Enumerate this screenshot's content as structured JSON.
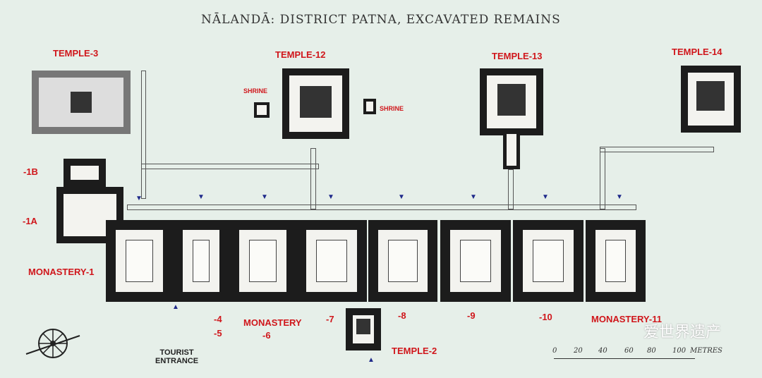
{
  "title": "NĀLANDĀ: DISTRICT PATNA, EXCAVATED REMAINS",
  "labels": {
    "temple3": "TEMPLE-3",
    "temple12": "TEMPLE-12",
    "temple13": "TEMPLE-13",
    "temple14": "TEMPLE-14",
    "shrine1": "SHRINE",
    "shrine2": "SHRINE",
    "m1b": "-1B",
    "m1a": "-1A",
    "monastery1": "MONASTERY-1",
    "m4": "-4",
    "m5": "-5",
    "monastery6a": "MONASTERY",
    "monastery6b": "-6",
    "m7": "-7",
    "m8": "-8",
    "m9": "-9",
    "m10": "-10",
    "monastery11": "MONASTERY-11",
    "temple2": "TEMPLE-2",
    "tourist1": "TOURIST",
    "tourist2": "ENTRANCE"
  },
  "scale": {
    "ticks": [
      "0",
      "20",
      "40",
      "60",
      "80",
      "100"
    ],
    "unit": "METRES"
  },
  "watermark": "爱世界遗产",
  "colors": {
    "label": "#d0161b",
    "background": "#e6efe9",
    "entrance_arrow": "#1f2a8a"
  }
}
